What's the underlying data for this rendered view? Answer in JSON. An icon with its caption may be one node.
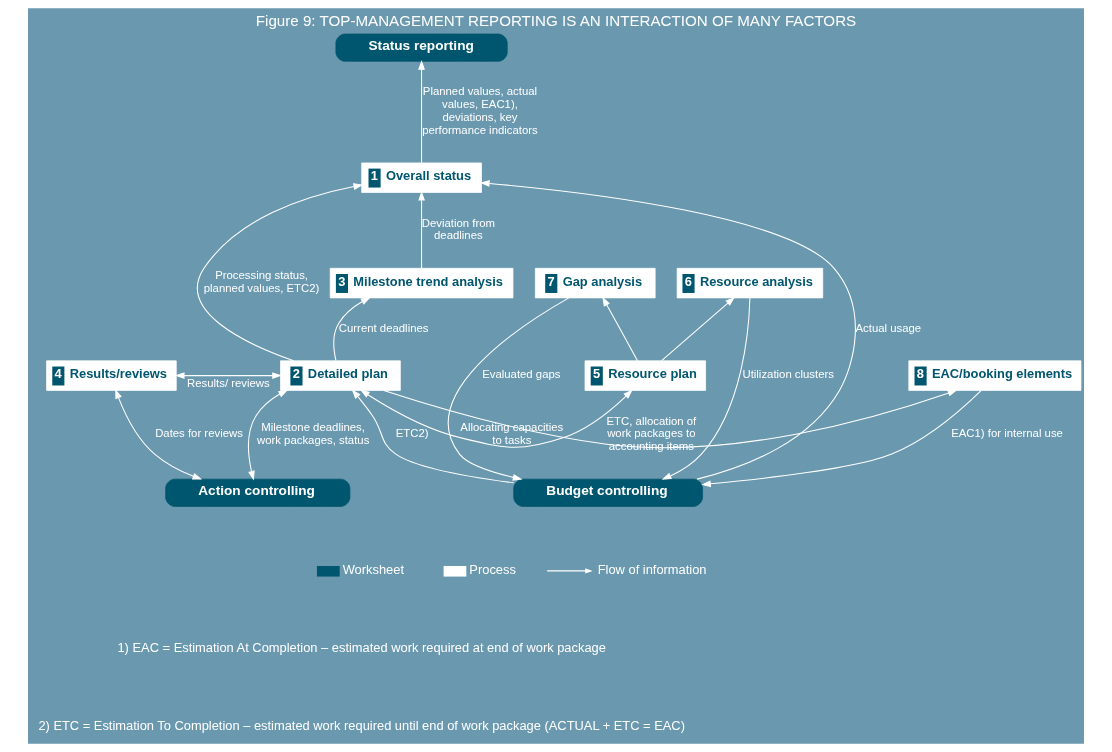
{
  "diagram": {
    "title": "Figure 9: TOP-MANAGEMENT REPORTING IS AN INTERACTION OF MANY FACTORS",
    "nodes": [
      {
        "text": [
          "Status reporting"
        ]
      },
      {
        "text": [
          "Budget controlling"
        ]
      },
      {
        "text": [
          "Action controlling"
        ]
      },
      {
        "text": [
          "1",
          "Overall status"
        ]
      },
      {
        "text": [
          "7",
          "Gap analysis"
        ]
      },
      {
        "text": [
          "3",
          "Milestone trend analysis"
        ]
      },
      {
        "text": [
          "6",
          "Resource analysis"
        ]
      },
      {
        "text": [
          "8",
          "EAC/booking elements"
        ]
      },
      {
        "text": [
          "5",
          "Resource plan"
        ]
      },
      {
        "text": [
          "2",
          "Detailed plan"
        ]
      },
      {
        "text": [
          "4",
          "Results/reviews"
        ]
      }
    ],
    "edges": [
      {
        "from": 1,
        "to": 3,
        "arrow": "to",
        "label": "Actual usage"
      },
      {
        "from": 3,
        "to": 0,
        "arrow": "to",
        "label": "Planned values, actual values, EAC1), deviations, key performance indicators"
      },
      {
        "from": 7,
        "to": 1,
        "arrow": "to",
        "label": "EAC1) for internal use"
      },
      {
        "from": 6,
        "to": 1,
        "arrow": "to",
        "label": "Utilization clusters"
      },
      {
        "from": 4,
        "to": 1,
        "arrow": "to",
        "label": "Evaluated gaps"
      },
      {
        "from": 1,
        "to": 9,
        "arrow": "to",
        "label": "ETC2)"
      },
      {
        "from": 8,
        "to": 4,
        "arrow": "to"
      },
      {
        "from": 8,
        "to": 6,
        "arrow": "to"
      },
      {
        "from": 5,
        "to": 3,
        "arrow": "to",
        "label": "Deviation from deadlines"
      },
      {
        "from": 9,
        "to": 3,
        "arrow": "to",
        "label": "Processing status, planned values, ETC2)"
      },
      {
        "from": 9,
        "to": 5,
        "arrow": "to",
        "label": "Current deadlines"
      },
      {
        "from": 2,
        "to": 9,
        "arrow": "both",
        "label": "Milestone deadlines, work packages, status"
      },
      {
        "from": 2,
        "to": 10,
        "arrow": "both",
        "label": "Dates for reviews"
      },
      {
        "from": 8,
        "to": 9,
        "arrow": "both",
        "label": "Allocating capacities to tasks"
      },
      {
        "from": 9,
        "to": 10,
        "arrow": "both",
        "label": "Results/ reviews"
      },
      {
        "from": 9,
        "to": 7,
        "arrow": "to",
        "label": "ETC, allocation of work packages to accounting items"
      }
    ],
    "labels": [
      "1) EAC = Estimation At Completion – estimated work required at end of work package",
      "2) ETC = Estimation To Completion – estimated work required until end of work package (ACTUAL + ETC = EAC)"
    ],
    "legend": [
      {
        "text": "Worksheet",
        "color": "#00566e"
      },
      {
        "text": "Process",
        "color": "#ffffff"
      },
      {
        "text": "Flow of information"
      }
    ]
  }
}
